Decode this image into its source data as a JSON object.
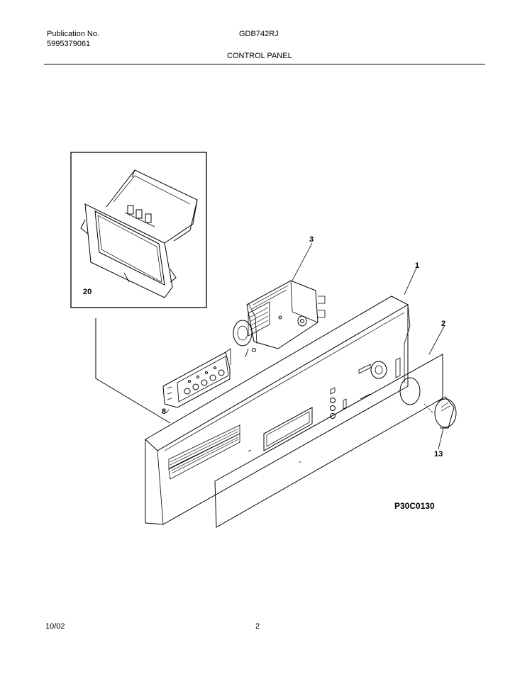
{
  "header": {
    "publication_label": "Publication No.",
    "publication_number": "5995379061",
    "model": "GDB742RJ",
    "section_title": "CONTROL PANEL"
  },
  "diagram": {
    "callouts": {
      "c1": "1",
      "c2": "2",
      "c3": "3",
      "c8": "8",
      "c13": "13",
      "c20": "20"
    },
    "drawing_code": "P30C0130"
  },
  "footer": {
    "date": "10/02",
    "page_number": "2"
  }
}
